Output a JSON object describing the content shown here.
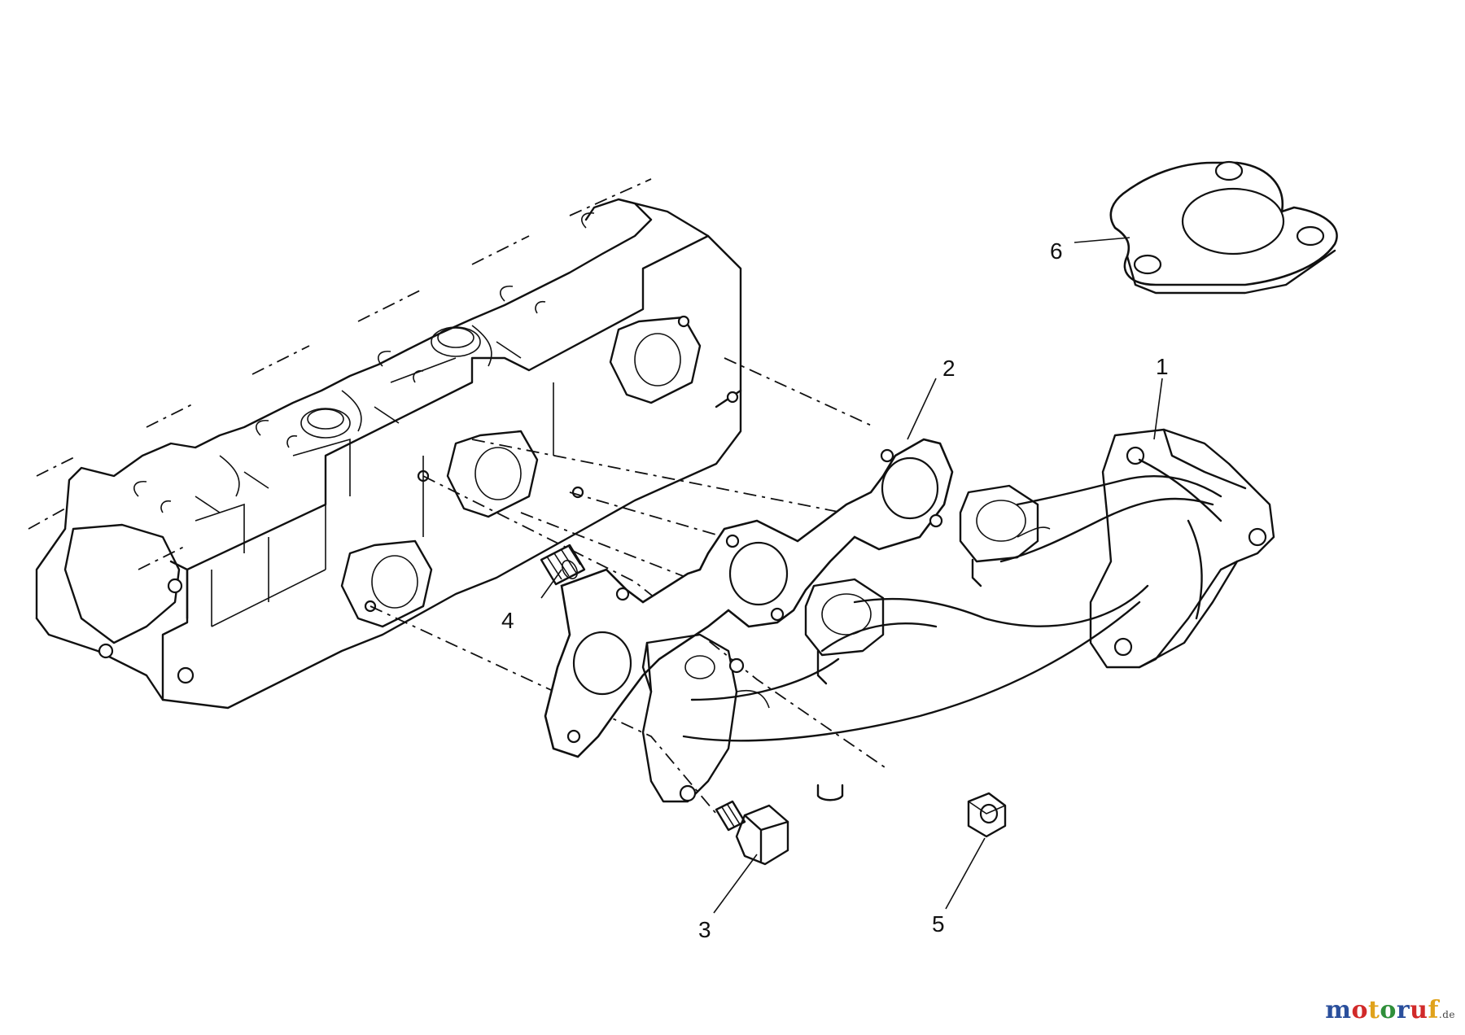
{
  "diagram": {
    "callouts": [
      {
        "id": "1",
        "label": "1"
      },
      {
        "id": "2",
        "label": "2"
      },
      {
        "id": "3",
        "label": "3"
      },
      {
        "id": "4",
        "label": "4"
      },
      {
        "id": "5",
        "label": "5"
      },
      {
        "id": "6",
        "label": "6"
      }
    ]
  },
  "watermark": {
    "letters": [
      "m",
      "o",
      "t",
      "o",
      "r",
      "u",
      "f"
    ],
    "letter_colors": [
      "#2a4f9c",
      "#d12a2a",
      "#e0a21b",
      "#2f8f3a",
      "#2a4f9c",
      "#d12a2a",
      "#e0a21b"
    ],
    "suffix": ".de"
  },
  "colors": {
    "line": "#111111",
    "background": "#ffffff"
  }
}
